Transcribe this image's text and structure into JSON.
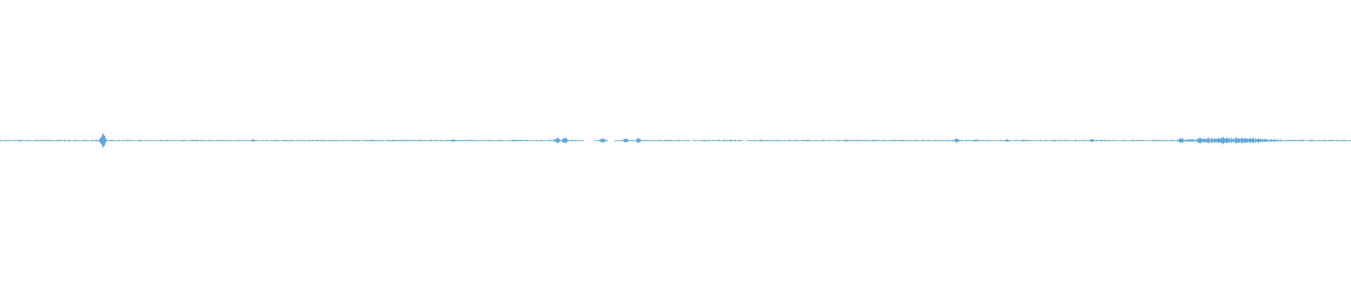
{
  "waveform": {
    "color": "#5aa9e6",
    "background": "#ffffff",
    "orientation": "horizontal",
    "baseline": "center",
    "bursts": [
      {
        "at": 0.076,
        "amp": 0.06
      },
      {
        "at": 0.145,
        "amp": 0.008
      },
      {
        "at": 0.187,
        "amp": 0.01
      },
      {
        "at": 0.29,
        "amp": 0.008
      },
      {
        "at": 0.335,
        "amp": 0.012
      },
      {
        "at": 0.38,
        "amp": 0.008
      },
      {
        "at": 0.412,
        "amp": 0.025
      },
      {
        "at": 0.418,
        "amp": 0.03
      },
      {
        "at": 0.446,
        "amp": 0.02
      },
      {
        "at": 0.463,
        "amp": 0.018
      },
      {
        "at": 0.472,
        "amp": 0.02
      },
      {
        "at": 0.563,
        "amp": 0.008
      },
      {
        "at": 0.626,
        "amp": 0.01
      },
      {
        "at": 0.666,
        "amp": 0.008
      },
      {
        "at": 0.708,
        "amp": 0.018
      },
      {
        "at": 0.722,
        "amp": 0.012
      },
      {
        "at": 0.745,
        "amp": 0.01
      },
      {
        "at": 0.757,
        "amp": 0.008
      },
      {
        "at": 0.808,
        "amp": 0.012
      },
      {
        "at": 0.874,
        "amp": 0.025
      },
      {
        "at": 0.888,
        "amp": 0.03
      },
      {
        "at": 0.905,
        "amp": 0.03
      },
      {
        "at": 0.92,
        "amp": 0.02
      },
      {
        "at": 0.985,
        "amp": 0.006
      }
    ],
    "gaps": [
      {
        "from": 0.432,
        "to": 0.44
      },
      {
        "from": 0.45,
        "to": 0.455
      },
      {
        "from": 0.51,
        "to": 0.512
      },
      {
        "from": 0.55,
        "to": 0.552
      }
    ],
    "noise_floor": 0.004,
    "dense_regions": [
      {
        "from": 0.873,
        "to": 0.948,
        "amp": 0.022
      }
    ]
  }
}
